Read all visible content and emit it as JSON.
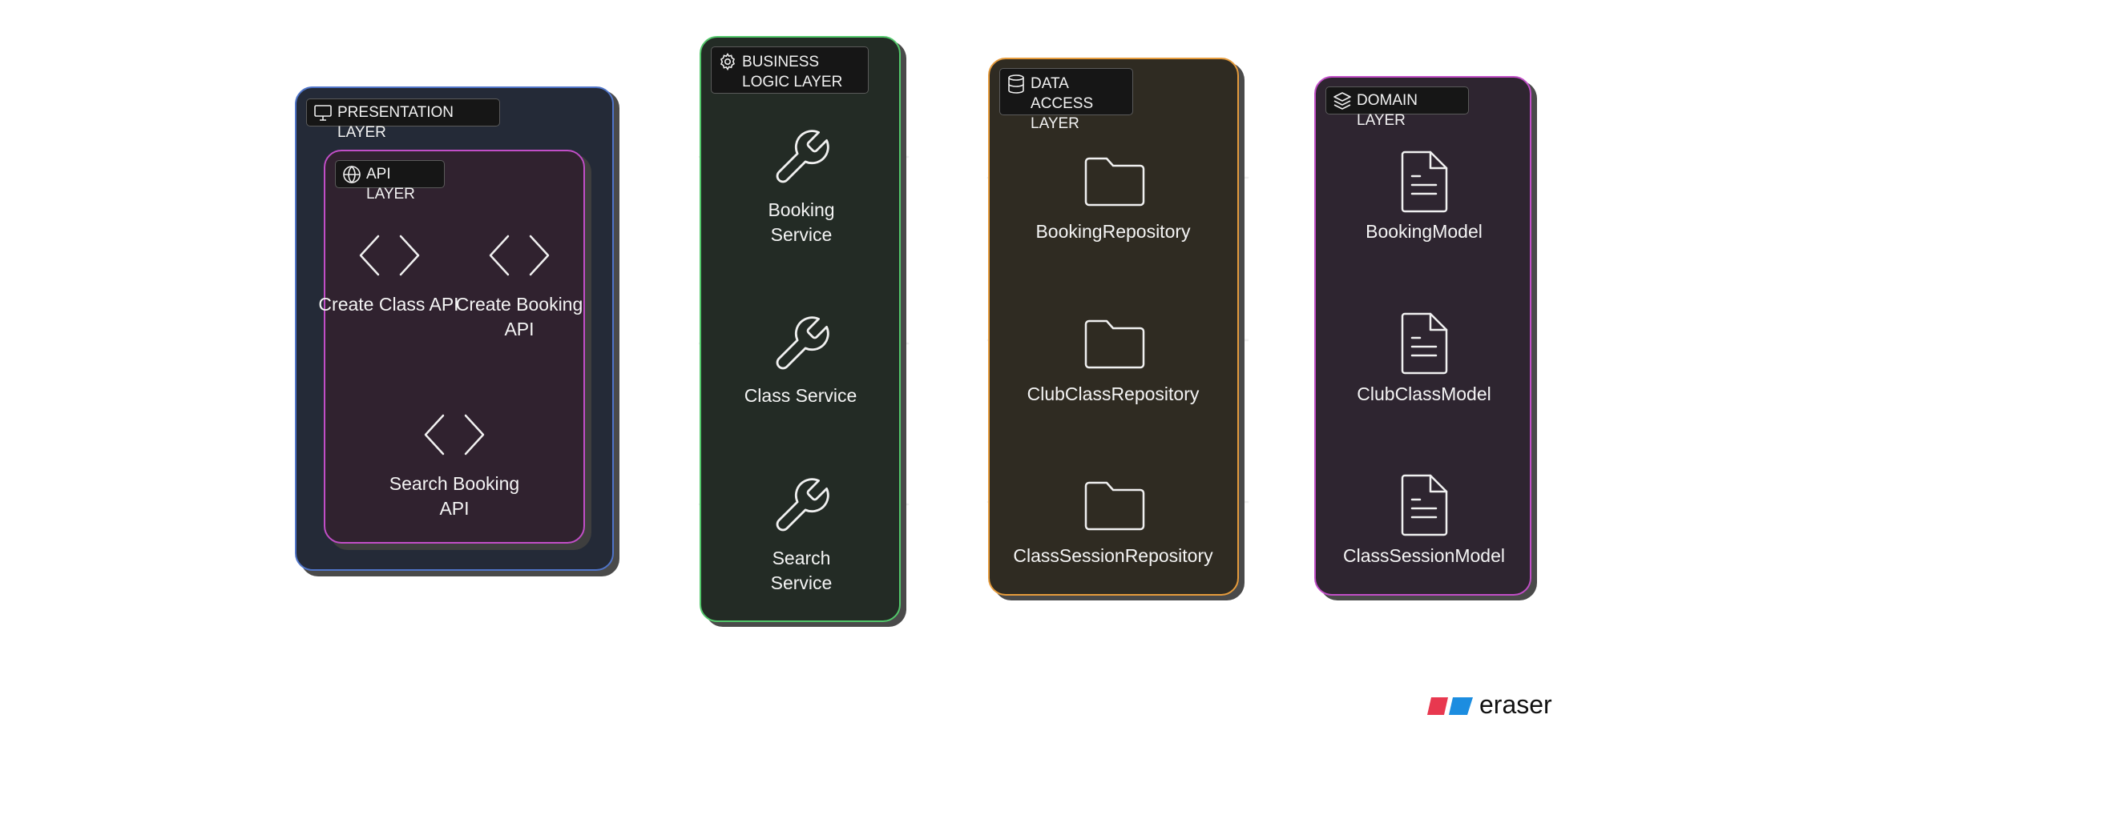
{
  "colors": {
    "presentation": "#4f74c8",
    "api": "#c14ec7",
    "business": "#52c76a",
    "data_access": "#e59b3c",
    "domain": "#c14ec7"
  },
  "layers": {
    "presentation": {
      "title": "PRESENTATION LAYER",
      "icon": "monitor-icon"
    },
    "api": {
      "title": "API LAYER",
      "icon": "globe-icon",
      "nodes": [
        {
          "label": "Create Class API",
          "icon": "code-icon"
        },
        {
          "label": "Create Booking API",
          "icon": "code-icon"
        },
        {
          "label": "Search Booking API",
          "icon": "code-icon"
        }
      ]
    },
    "business": {
      "title": "BUSINESS LOGIC LAYER",
      "icon": "gear-icon",
      "nodes": [
        {
          "label": "Booking Service",
          "icon": "wrench-icon"
        },
        {
          "label": "Class Service",
          "icon": "wrench-icon"
        },
        {
          "label": "Search Service",
          "icon": "wrench-icon"
        }
      ]
    },
    "data_access": {
      "title": "DATA ACCESS LAYER",
      "icon": "database-icon",
      "nodes": [
        {
          "label": "BookingRepository",
          "icon": "folder-icon"
        },
        {
          "label": "ClubClassRepository",
          "icon": "folder-icon"
        },
        {
          "label": "ClassSessionRepository",
          "icon": "folder-icon"
        }
      ]
    },
    "domain": {
      "title": "DOMAIN LAYER",
      "icon": "layers-icon",
      "nodes": [
        {
          "label": "BookingModel",
          "icon": "document-icon"
        },
        {
          "label": "ClubClassModel",
          "icon": "document-icon"
        },
        {
          "label": "ClassSessionModel",
          "icon": "document-icon"
        }
      ]
    }
  },
  "brand": {
    "name": "eraser",
    "logo": "eraser-logo"
  }
}
